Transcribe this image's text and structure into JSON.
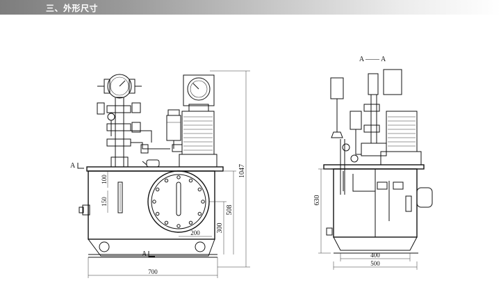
{
  "header": {
    "title": "三、外形尺寸"
  },
  "front_view": {
    "section_marker_top": "A",
    "section_marker_bottom": "A",
    "dims": {
      "overall_height": "1047",
      "tank_height": "508",
      "outlet_height": "300",
      "gauge_offset": "100",
      "gauge_length": "150",
      "cover_offset": "200",
      "base_depth": "700"
    }
  },
  "side_view": {
    "section_title": "A —— A",
    "dims": {
      "tank_height": "630",
      "foot_spacing": "400",
      "base_width": "500"
    }
  }
}
